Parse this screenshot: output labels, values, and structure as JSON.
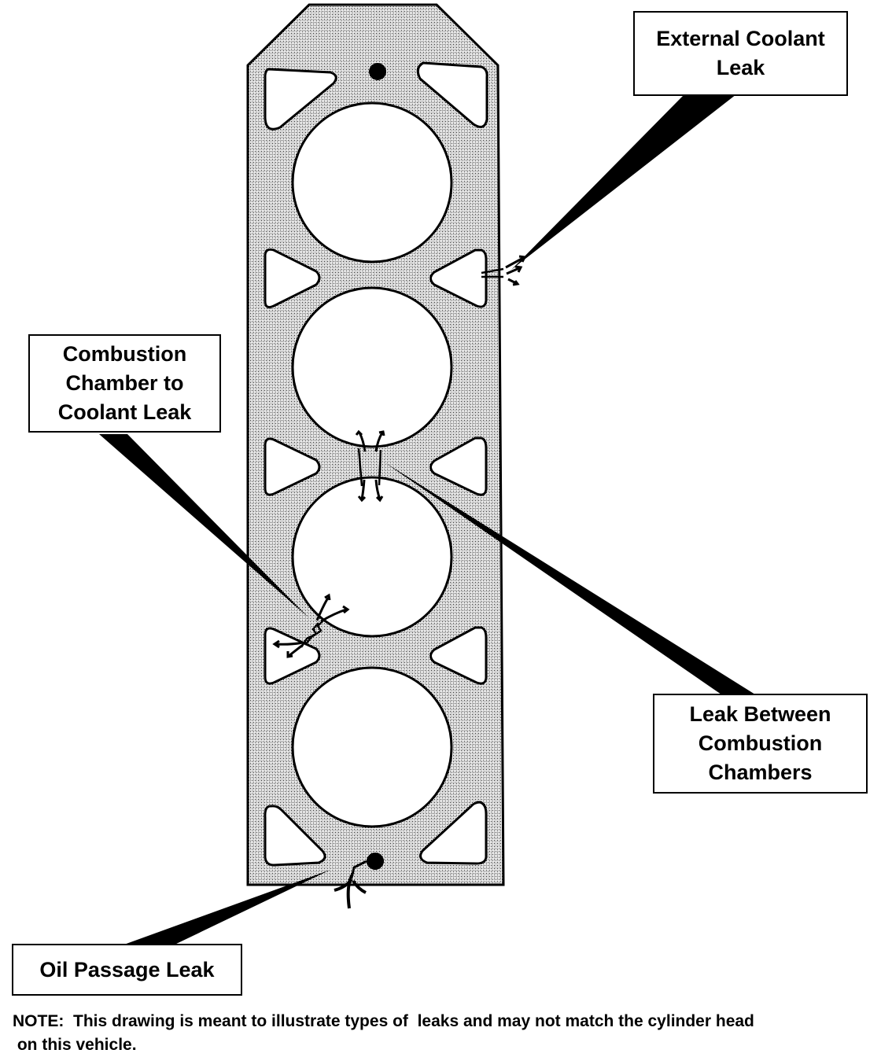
{
  "figure": {
    "subject": "Cylinder head gasket leak types",
    "colors": {
      "ink": "#000000",
      "paper": "#ffffff",
      "gasket_shade": "#b8b8b8"
    },
    "callouts": [
      {
        "id": "external-coolant-leak",
        "lines": [
          "External Coolant",
          "Leak"
        ]
      },
      {
        "id": "combustion-chamber-to-coolant-leak",
        "lines": [
          "Combustion",
          "Chamber to",
          "Coolant Leak"
        ]
      },
      {
        "id": "leak-between-combustion-chambers",
        "lines": [
          "Leak Between",
          "Combustion",
          "Chambers"
        ]
      },
      {
        "id": "oil-passage-leak",
        "lines": [
          "Oil Passage Leak"
        ]
      }
    ],
    "note": {
      "line1": "NOTE:  This drawing is meant to illustrate types of  leaks and may not match the cylinder head",
      "line2": " on this vehicle."
    }
  }
}
